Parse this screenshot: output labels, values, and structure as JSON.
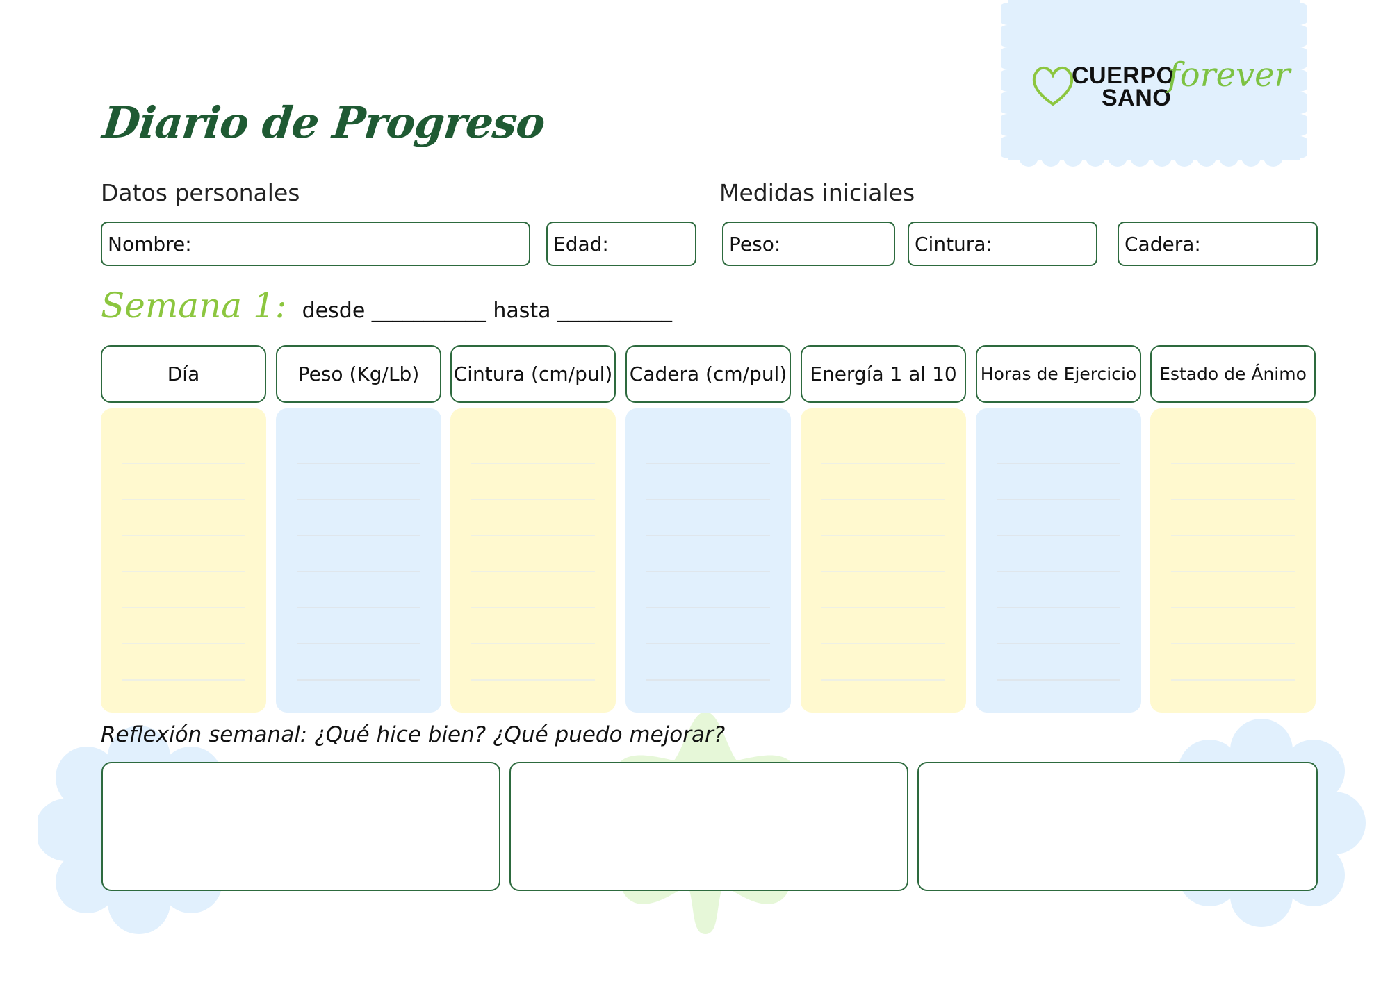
{
  "header": {
    "title": "Diario de Progreso",
    "logo": {
      "line1": "CUERPO",
      "line2": "SANO",
      "script": "forever"
    }
  },
  "personal": {
    "heading": "Datos personales",
    "name_label": "Nombre:",
    "age_label": "Edad:"
  },
  "measures": {
    "heading": "Medidas iniciales",
    "weight_label": "Peso:",
    "waist_label": "Cintura:",
    "hip_label": "Cadera:"
  },
  "week": {
    "label": "Semana 1:",
    "range_text": "desde ___________ hasta ___________"
  },
  "table": {
    "columns": [
      "Día",
      "Peso (Kg/Lb)",
      "Cintura (cm/pul)",
      "Cadera (cm/pul)",
      "Energía 1 al 10",
      "Horas de Ejercicio",
      "Estado de Ánimo"
    ],
    "column_colors": [
      "#fff9cf",
      "#e1f0fd",
      "#fff9cf",
      "#e1f0fd",
      "#fff9cf",
      "#e1f0fd",
      "#fff9cf"
    ],
    "rows_per_column": 7
  },
  "reflection": {
    "question": "Reflexión semanal: ¿Qué hice bien? ¿Qué puedo mejorar?"
  },
  "colors": {
    "primary_green": "#2d6a3e",
    "accent_green": "#8cc63f",
    "pastel_blue": "#e1f0fd",
    "pastel_yellow": "#fff9cf"
  }
}
